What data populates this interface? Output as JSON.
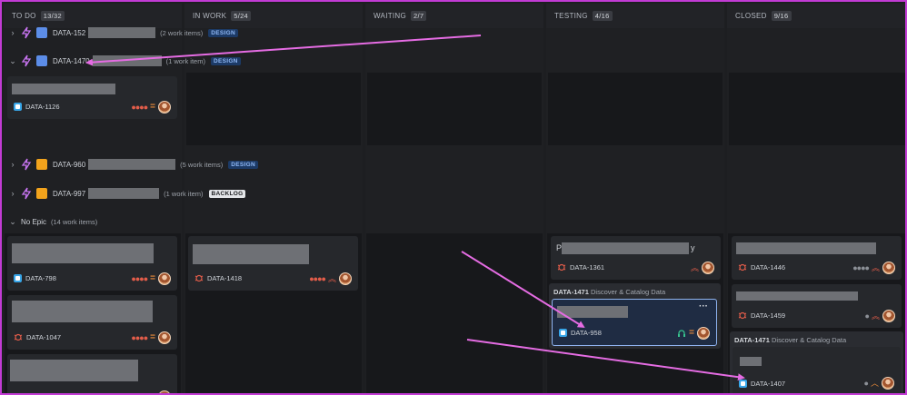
{
  "columns": [
    {
      "name": "TO DO",
      "count": "13/32"
    },
    {
      "name": "IN WORK",
      "count": "5/24"
    },
    {
      "name": "WAITING",
      "count": "2/7"
    },
    {
      "name": "TESTING",
      "count": "4/16"
    },
    {
      "name": "CLOSED",
      "count": "9/16"
    }
  ],
  "lanes": [
    {
      "key": "DATA-152",
      "meta": "(2 work items)",
      "tag": "DESIGN",
      "color": "#5c8de8"
    },
    {
      "key": "DATA-1470",
      "meta": "(1 work item)",
      "tag": "DESIGN",
      "color": "#5c8de8"
    },
    {
      "key": "DATA-960",
      "meta": "(5 work items)",
      "tag": "DESIGN",
      "color": "#f2a31c"
    },
    {
      "key": "DATA-997",
      "meta": "(1 work item)",
      "tag": "BACKLOG",
      "color": "#f2a31c"
    }
  ],
  "no_epic": {
    "label": "No Epic",
    "meta": "(14 work items)"
  },
  "cards": {
    "c1126": "DATA-1126",
    "c798": "DATA-798",
    "c1047": "DATA-1047",
    "c1418": "DATA-1418",
    "c1361": "DATA-1361",
    "c958": "DATA-958",
    "c1446": "DATA-1446",
    "c1459": "DATA-1459",
    "c1407": "DATA-1407"
  },
  "testing_title_start": "P",
  "testing_title_end": "y",
  "epic_label": {
    "key": "DATA-1471",
    "name": "Discover & Catalog Data"
  },
  "more_menu": "···"
}
